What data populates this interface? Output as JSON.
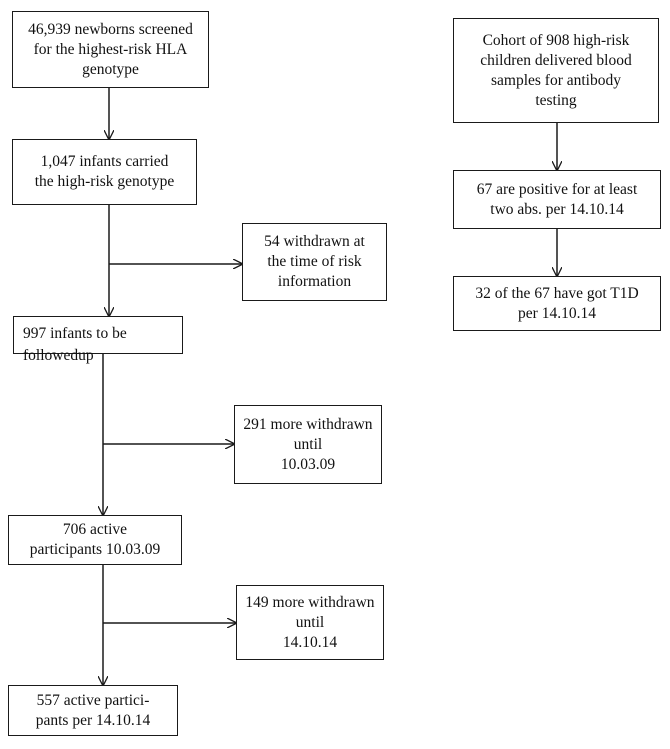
{
  "left_flow": {
    "screened": "46,939 newborns screened\nfor the highest-risk HLA\ngenotype",
    "carried": "1,047 infants carried\nthe high-risk genotype",
    "withdrawn_54": "54 withdrawn at\nthe time of risk\ninformation",
    "followup": "997 infants to be\nfollowedup",
    "withdrawn_291": "291 more withdrawn\nuntil\n10.03.09",
    "active_706": "706 active\nparticipants 10.03.09",
    "withdrawn_149": "149 more withdrawn\nuntil\n14.10.14",
    "active_557": "557 active partici-\npants per 14.10.14"
  },
  "right_flow": {
    "cohort": "Cohort of 908 high-risk\nchildren delivered blood\nsamples for antibody\ntesting",
    "positive": "67 are positive for at least\ntwo abs. per 14.10.14",
    "t1d": "32 of the 67 have got T1D\nper 14.10.14"
  }
}
